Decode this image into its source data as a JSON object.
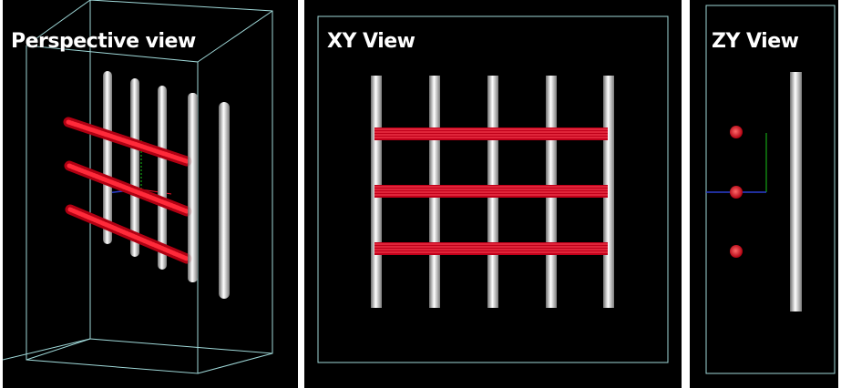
{
  "panels": {
    "perspective": {
      "title": "Perspective view"
    },
    "xy": {
      "title": "XY View"
    },
    "zy": {
      "title": "ZY View"
    }
  },
  "scene": {
    "vertical_rods": 5,
    "horizontal_tubes": 3
  },
  "colors": {
    "background": "#000000",
    "frame": "#9fd8d8",
    "tube": "#e8102a",
    "rod": "#d9d9d9",
    "axis_y": "#19c219",
    "axis_z": "#2a3fd0"
  }
}
